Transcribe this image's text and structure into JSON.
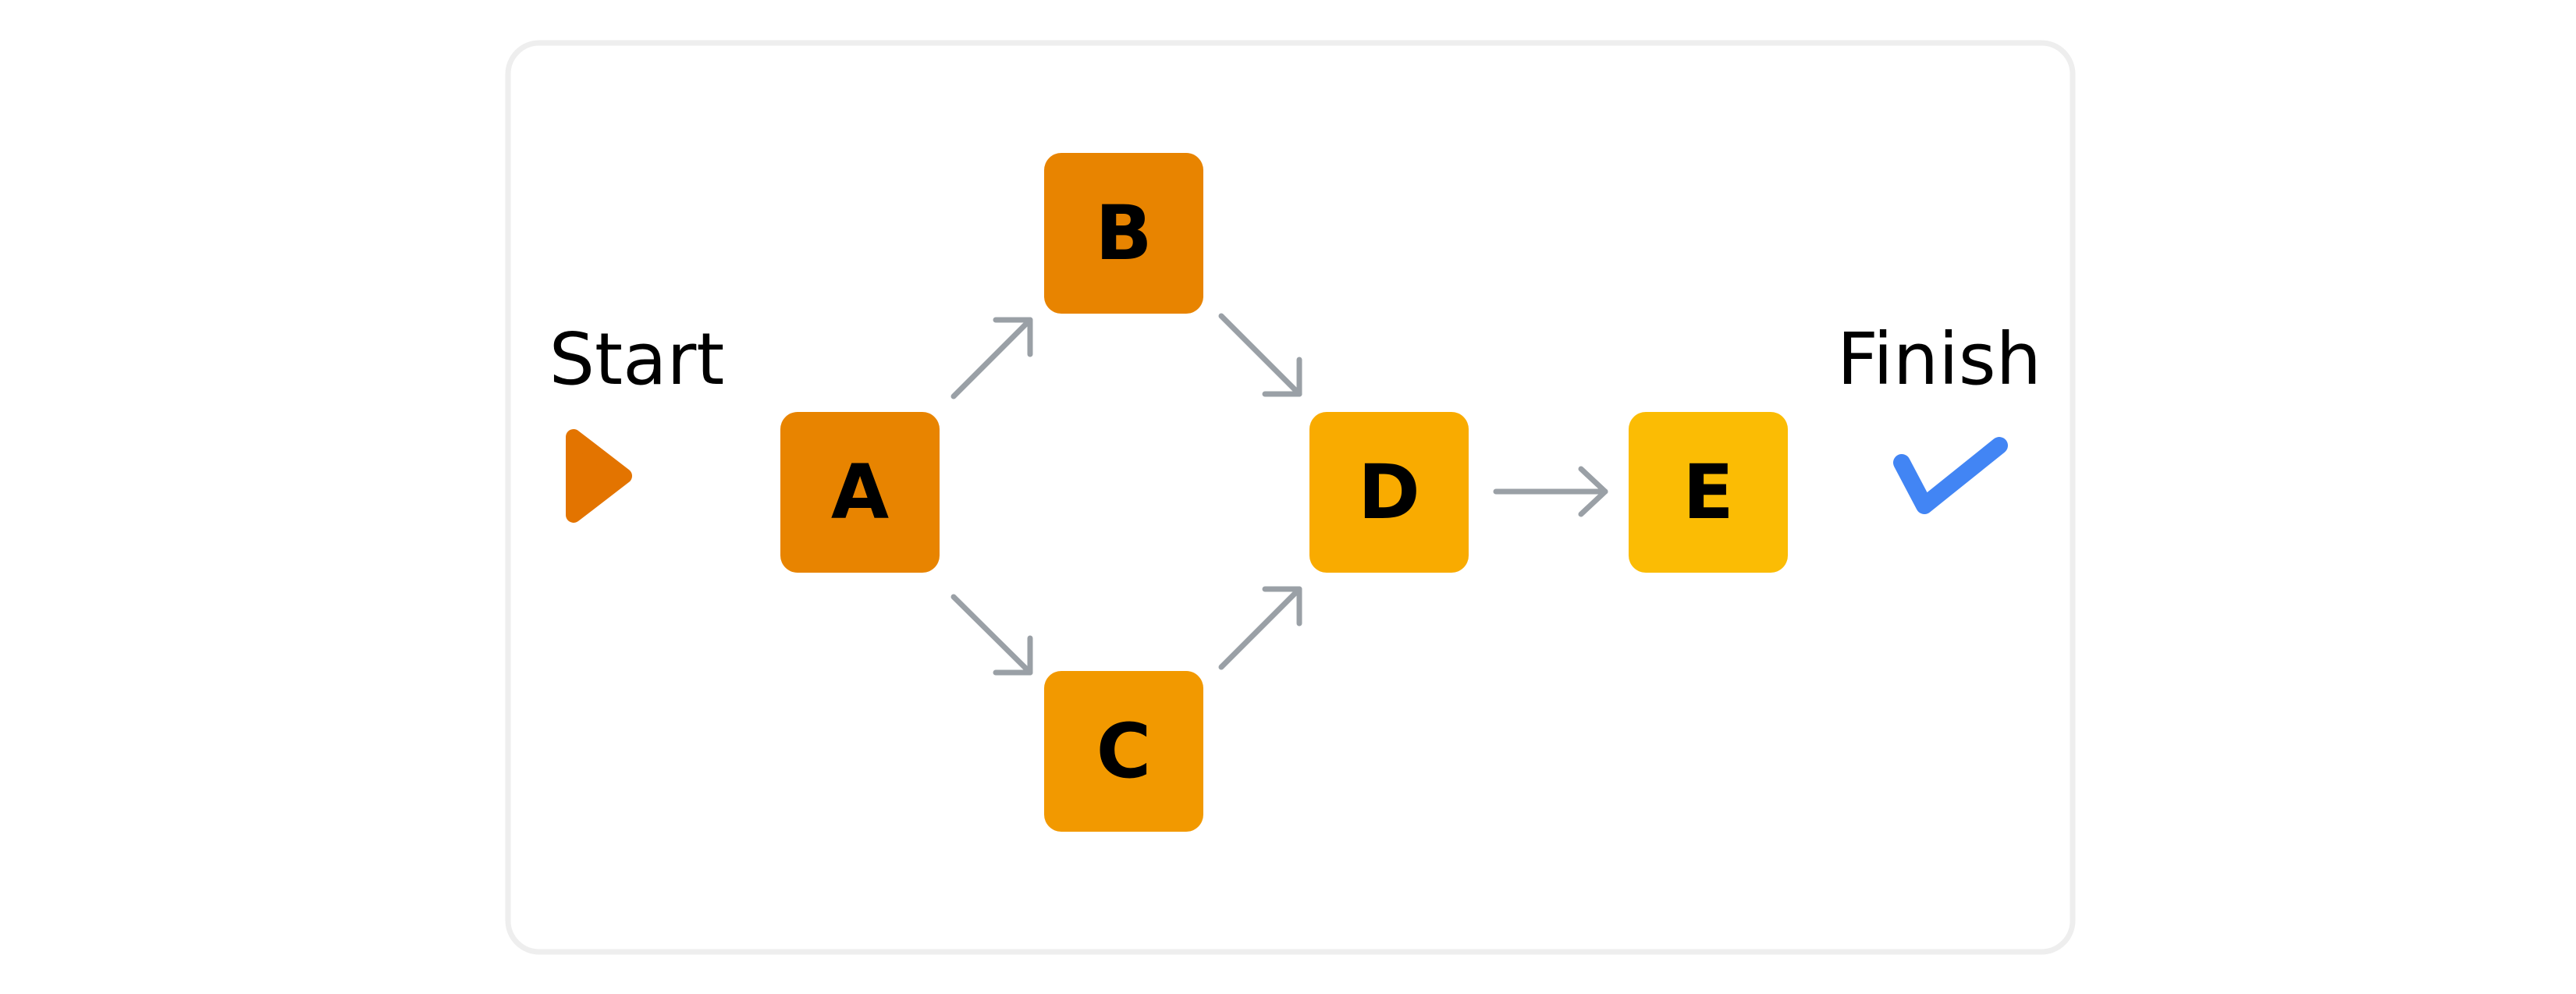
{
  "start": {
    "label": "Start",
    "icon": "play-icon",
    "color": "#E37400"
  },
  "finish": {
    "label": "Finish",
    "icon": "check-icon",
    "color": "#4285F4"
  },
  "nodes": [
    {
      "id": "A",
      "label": "A",
      "color": "#E88400"
    },
    {
      "id": "B",
      "label": "B",
      "color": "#E88400"
    },
    {
      "id": "C",
      "label": "C",
      "color": "#F29900"
    },
    {
      "id": "D",
      "label": "D",
      "color": "#F9AB00"
    },
    {
      "id": "E",
      "label": "E",
      "color": "#FBBC04"
    }
  ],
  "edges": [
    {
      "from": "A",
      "to": "B"
    },
    {
      "from": "A",
      "to": "C"
    },
    {
      "from": "B",
      "to": "D"
    },
    {
      "from": "C",
      "to": "D"
    },
    {
      "from": "D",
      "to": "E"
    }
  ],
  "colors": {
    "arrow": "#9AA0A6",
    "frame": "#EEEEEE",
    "text": "#000000"
  }
}
